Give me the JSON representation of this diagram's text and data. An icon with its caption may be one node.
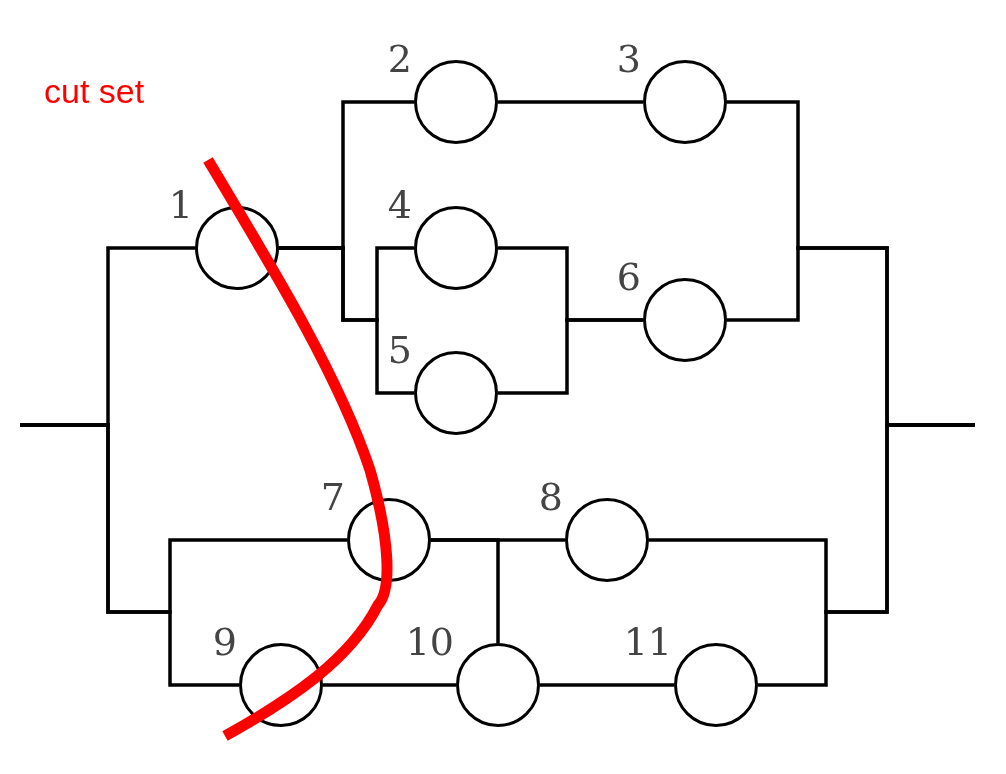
{
  "diagram": {
    "nodes": [
      {
        "text": [],
        "shape": "circle",
        "beside": [
          "1"
        ]
      },
      {
        "text": [],
        "shape": "circle",
        "beside": [
          "2"
        ]
      },
      {
        "text": [],
        "shape": "circle",
        "beside": [
          "3"
        ]
      },
      {
        "text": [],
        "shape": "circle",
        "beside": [
          "4"
        ]
      },
      {
        "text": [],
        "shape": "circle",
        "beside": [
          "5"
        ]
      },
      {
        "text": [],
        "shape": "circle",
        "beside": [
          "6"
        ]
      },
      {
        "text": [],
        "shape": "circle",
        "beside": [
          "7"
        ]
      },
      {
        "text": [],
        "shape": "circle",
        "beside": [
          "8"
        ]
      },
      {
        "text": [],
        "shape": "circle",
        "beside": [
          "9"
        ]
      },
      {
        "text": [],
        "shape": "circle",
        "beside": [
          "10"
        ]
      },
      {
        "text": [],
        "shape": "circle",
        "beside": [
          "11"
        ]
      }
    ],
    "edges": [
      {
        "from": null,
        "to": 0,
        "arrow": "none"
      },
      {
        "from": null,
        "to": 6,
        "arrow": "none"
      },
      {
        "from": null,
        "to": 8,
        "arrow": "none"
      },
      {
        "from": 0,
        "to": 1,
        "arrow": "none"
      },
      {
        "from": 0,
        "to": 3,
        "arrow": "none"
      },
      {
        "from": 0,
        "to": 4,
        "arrow": "none"
      },
      {
        "from": 1,
        "to": 2,
        "arrow": "none"
      },
      {
        "from": 3,
        "to": 5,
        "arrow": "none"
      },
      {
        "from": 4,
        "to": 5,
        "arrow": "none"
      },
      {
        "from": 2,
        "to": null,
        "arrow": "none"
      },
      {
        "from": 5,
        "to": null,
        "arrow": "none"
      },
      {
        "from": 6,
        "to": 7,
        "arrow": "none"
      },
      {
        "from": 6,
        "to": 9,
        "arrow": "none"
      },
      {
        "from": 8,
        "to": 9,
        "arrow": "none"
      },
      {
        "from": 9,
        "to": 10,
        "arrow": "none"
      },
      {
        "from": 7,
        "to": null,
        "arrow": "none"
      },
      {
        "from": 10,
        "to": null,
        "arrow": "none"
      }
    ],
    "labels": [
      "cut set"
    ]
  }
}
